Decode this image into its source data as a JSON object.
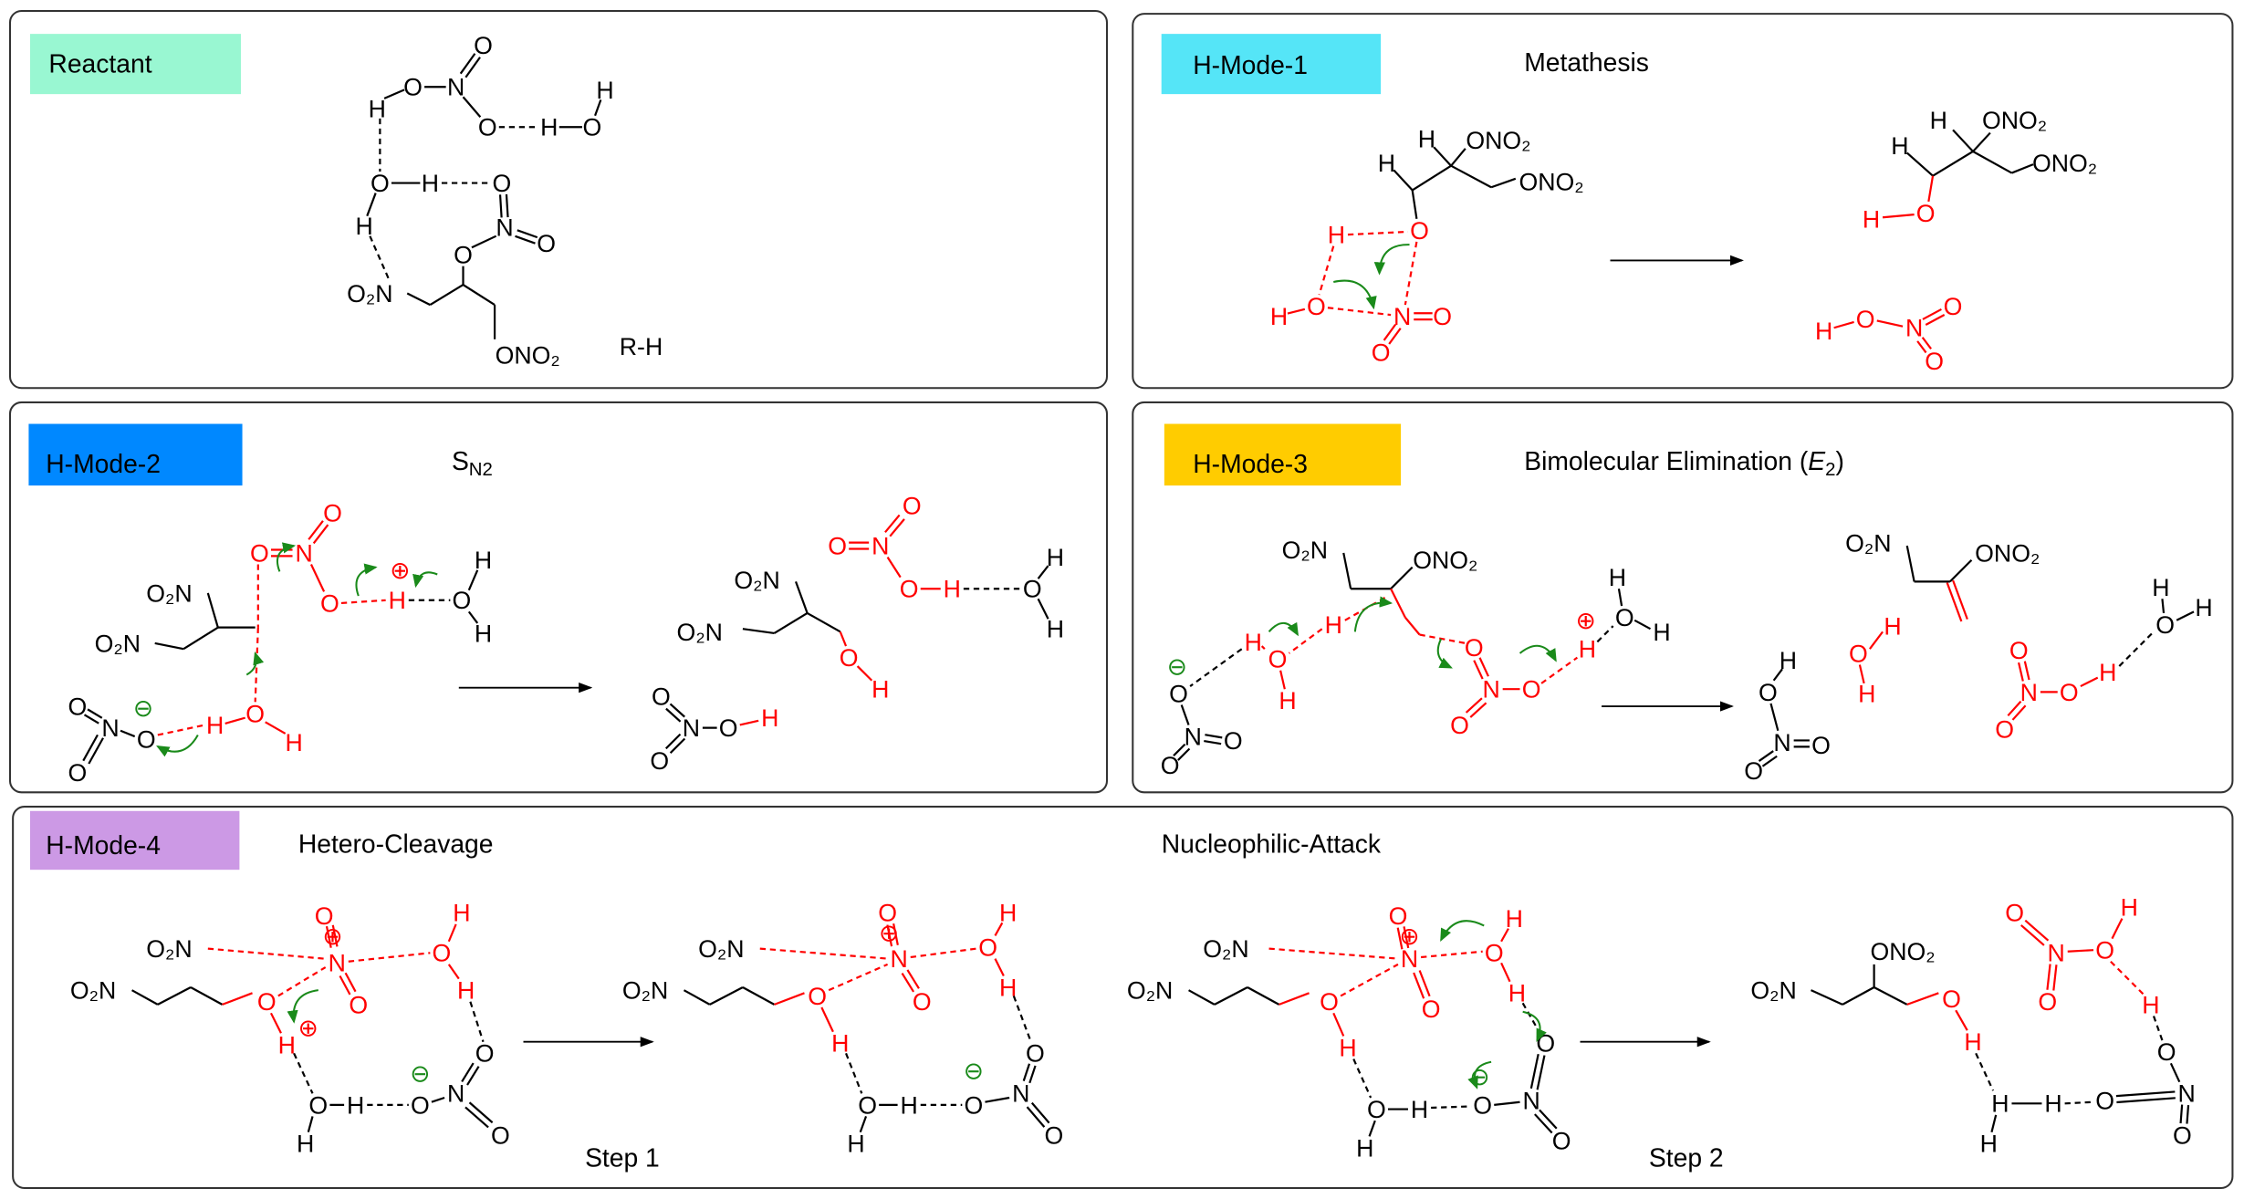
{
  "panels": [
    {
      "id": "reactant",
      "label": "Reactant",
      "color": "#99f7d2",
      "extra": {
        "rh": "R-H"
      }
    },
    {
      "id": "h-mode-1",
      "label": "H-Mode-1",
      "color": "#55e5f7",
      "title": "Metathesis"
    },
    {
      "id": "h-mode-2",
      "label": "H-Mode-2",
      "color": "#0088ff",
      "title_main": "S",
      "title_sub": "N2"
    },
    {
      "id": "h-mode-3",
      "label": "H-Mode-3",
      "color": "#ffcc00",
      "title_pre": "Bimolecular Elimination (",
      "title_it": "E",
      "title_sub": "2",
      "title_post": ")"
    },
    {
      "id": "h-mode-4",
      "label": "H-Mode-4",
      "color": "#cc99e5",
      "title": "Hetero-Cleavage",
      "title2": "Nucleophilic-Attack",
      "step1": "Step 1",
      "step2": "Step 2"
    }
  ],
  "atoms": {
    "O": "O",
    "N": "N",
    "H": "H",
    "O2N": "O₂N",
    "ONO2": "ONO₂",
    "plus": "⊕",
    "minus": "⊖"
  },
  "colors": {
    "bond": "#000000",
    "reactive": "#ff0000",
    "arrow_curved": "#1a8a1a",
    "frame": "#333333"
  }
}
